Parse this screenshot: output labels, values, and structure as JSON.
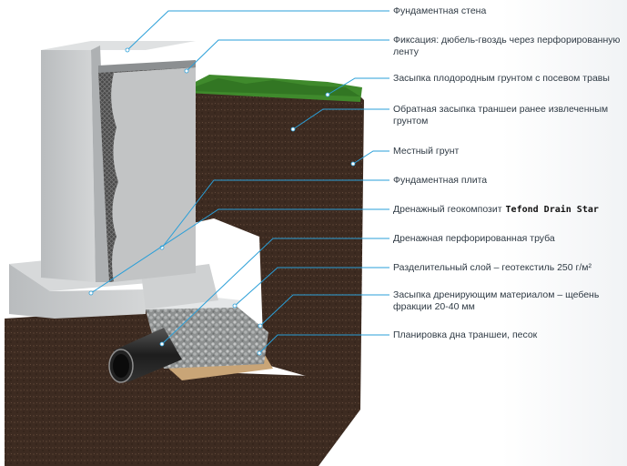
{
  "callouts": [
    {
      "id": "foundation-wall",
      "text": "Фундаментная стена"
    },
    {
      "id": "fixation",
      "text": "Фиксация: дюбель-гвоздь через перфорированную ленту"
    },
    {
      "id": "topsoil-backfill",
      "text": "Засыпка плодородным грунтом с посевом травы"
    },
    {
      "id": "trench-backfill",
      "text": "Обратная засыпка траншеи ранее извлеченным грунтом"
    },
    {
      "id": "local-soil",
      "text": "Местный грунт"
    },
    {
      "id": "foundation-slab",
      "text": "Фундаментная плита"
    },
    {
      "id": "drain-geocomposite",
      "text": "Дренажный геокомпозит",
      "brand": "Tefond Drain Star"
    },
    {
      "id": "drain-pipe",
      "text": "Дренажная перфорированная труба"
    },
    {
      "id": "separation-layer",
      "text": "Разделительный слой – геотекстиль 250 г/м²"
    },
    {
      "id": "gravel-backfill",
      "text": "Засыпка дренирующим материалом – щебень фракции 20-40 мм"
    },
    {
      "id": "trench-bottom",
      "text": "Планировка дна траншеи, песок"
    }
  ],
  "colors": {
    "leader": "#2a9fd8",
    "soil": "#3b2a20",
    "concrete": "#c9cccd",
    "grass": "#3f8a2c"
  }
}
